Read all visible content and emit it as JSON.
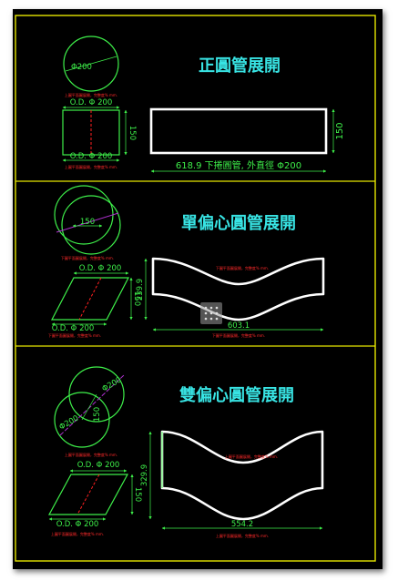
{
  "sections": [
    {
      "title": "正圓管展開",
      "circle_label": "Φ200",
      "top_od_label": "O.D. Φ 200",
      "bottom_od_label": "O.D. Φ 200",
      "side_height_label": "150",
      "unfold_height_label": "150",
      "unfold_length_label": "618.9 下捲圓管, 外直徑 Φ200",
      "note_label": "上圖平面圖展開，完整度% mm."
    },
    {
      "title": "單偏心圓管展開",
      "circle_label": "150",
      "top_od_label": "O.D. Φ 200",
      "bottom_od_label": "O.D. Φ 200",
      "side_height_label": "150",
      "unfold_height_label": "239.9",
      "unfold_length_label": "603.1",
      "note_label": "下圖平面圖展開，完整度% mm."
    },
    {
      "title": "雙偏心圓管展開",
      "circle_label_1": "Φ200",
      "circle_label_2": "Φ200",
      "circle_label_3": "150",
      "top_od_label": "O.D. Φ 200",
      "bottom_od_label": "O.D. Φ 200",
      "side_height_label": "150",
      "unfold_height_label": "329.9",
      "unfold_length_label": "554.2",
      "note_label": "上圖平面圖展開，完整度% mm."
    }
  ],
  "watermark_icon": "dotted-grid-icon",
  "colors": {
    "background": "#000000",
    "title": "#38e4e4",
    "dimension": "#3ef04a",
    "outline": "#ffffff",
    "frame": "#e6e600",
    "centerline": "#ff2020",
    "offset": "#b030d0",
    "note": "#ff2a2a"
  }
}
